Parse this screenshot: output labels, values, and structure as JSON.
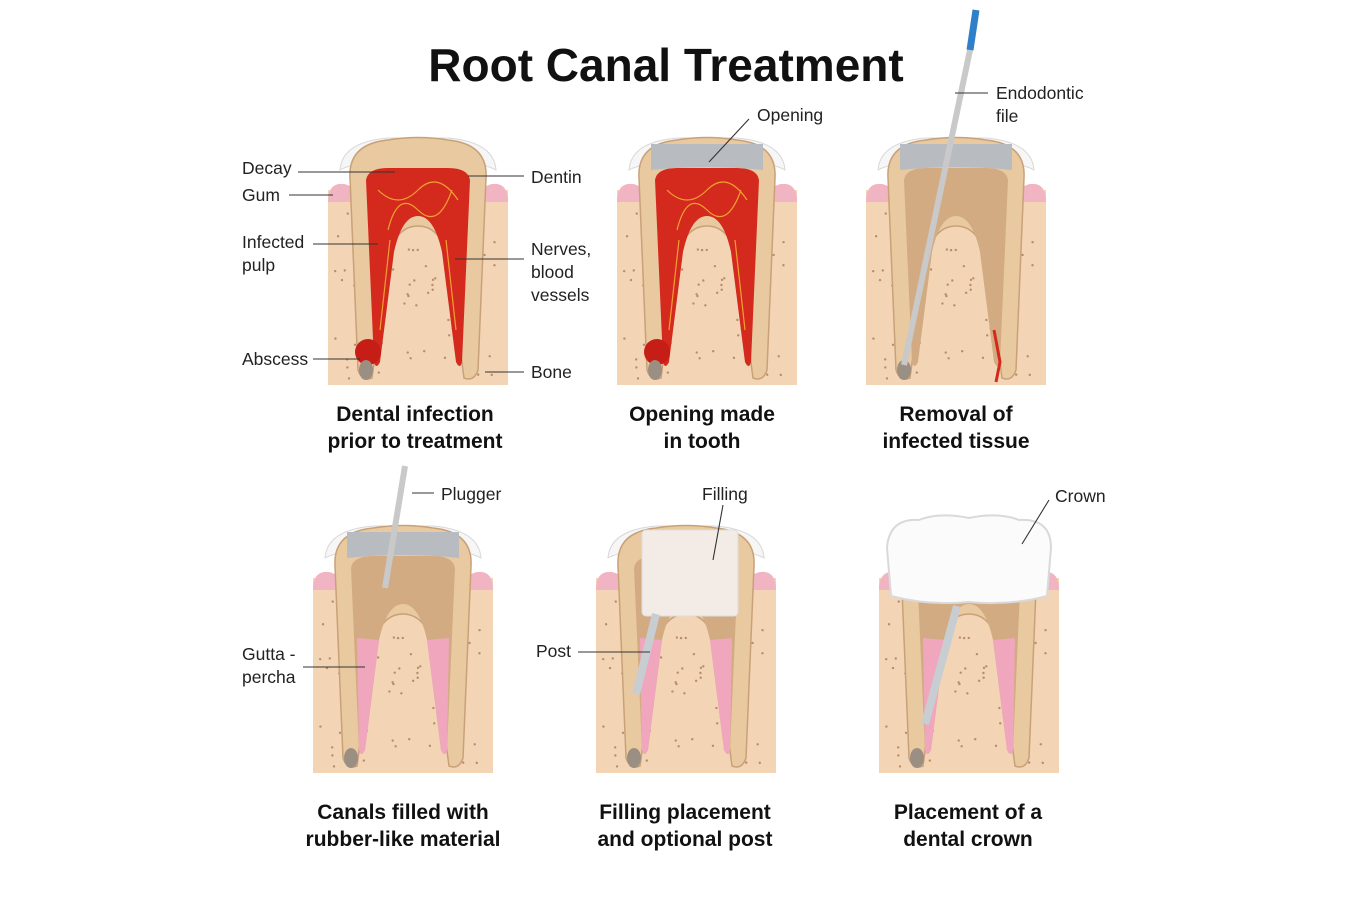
{
  "title": "Root Canal Treatment",
  "panels": [
    {
      "caption_lines": [
        "Dental infection",
        "prior to treatment"
      ],
      "labels": {
        "decay": "Decay",
        "gum": "Gum",
        "infected_pulp_lines": [
          "Infected",
          "pulp"
        ],
        "abscess": "Abscess",
        "dentin": "Dentin",
        "nerves_lines": [
          "Nerves,",
          "blood",
          "vessels"
        ],
        "bone": "Bone"
      }
    },
    {
      "caption_lines": [
        "Opening made",
        "in tooth"
      ],
      "labels": {
        "opening": "Opening"
      }
    },
    {
      "caption_lines": [
        "Removal of",
        "infected tissue"
      ],
      "labels": {
        "file_lines": [
          "Endodontic",
          "file"
        ]
      }
    },
    {
      "caption_lines": [
        "Canals filled with",
        "rubber-like material"
      ],
      "labels": {
        "plugger": "Plugger",
        "gutta_lines": [
          "Gutta -",
          "percha"
        ]
      }
    },
    {
      "caption_lines": [
        "Filling placement",
        "and optional post"
      ],
      "labels": {
        "filling": "Filling",
        "post": "Post"
      }
    },
    {
      "caption_lines": [
        "Placement of a",
        "dental crown"
      ],
      "labels": {
        "crown": "Crown"
      }
    }
  ],
  "colors": {
    "bone": "#f3d5b5",
    "gum": "#f0b4c2",
    "dentin": "#e9c9a0",
    "enamel": "#f6f6f6",
    "infection": "#d42a1e",
    "gutta_percha": "#f0a6bd",
    "opening": "#b8bcc0"
  }
}
